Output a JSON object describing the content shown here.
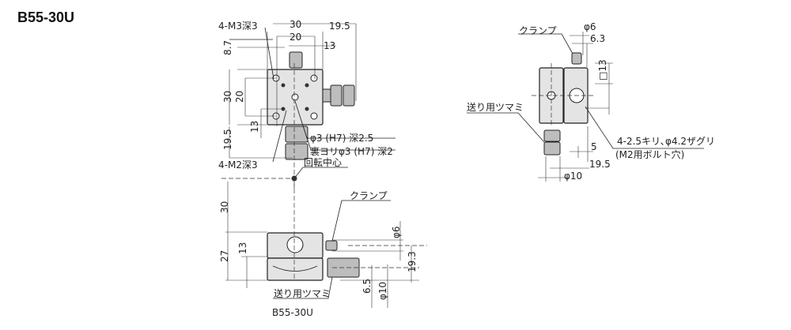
{
  "title": "B55-30U",
  "top_view": {
    "m3_holes": "4-M3深3",
    "width_30": "30",
    "offset_19_5": "19.5",
    "pitch_20": "20",
    "dim_13": "13",
    "dim_8_7": "8.7",
    "height_30": "30",
    "vpitch_20": "20",
    "vdim_13": "13",
    "vdim_19_5": "19.5",
    "pin_hole": "φ3 (H7) 深2.5",
    "back_pin_hole": "裏ヨリφ3 (H7) 深2",
    "m2_holes": "4-M2深3",
    "rotation_center": "回転中心"
  },
  "front_view": {
    "dim_30": "30",
    "dim_27": "27",
    "dim_13": "13",
    "clamp": "クランプ",
    "phi6": "φ6",
    "dim_19_3": "19.3",
    "dim_6_5": "6.5",
    "phi10": "φ10",
    "feed_knob": "送り用ツマミ",
    "model_label": "B55-30U"
  },
  "side_view": {
    "clamp": "クランプ",
    "phi6": "φ6",
    "dim_6_3": "6.3",
    "square_13": "□13",
    "feed_knob": "送り用ツマミ",
    "bolt_holes": "4-2.5キリ､φ4.2ザグリ",
    "bolt_note": "(M2用ボルト穴)",
    "dim_5": "5",
    "dim_19_5": "19.5",
    "phi10": "φ10"
  }
}
